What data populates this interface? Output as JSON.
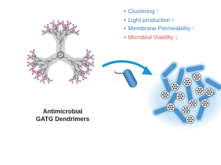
{
  "effects": [
    {
      "label": "Clustering",
      "arrow": "↑",
      "color": "#3b7fc4",
      "direction": "up"
    },
    {
      "label": "Light production",
      "arrow": "↑",
      "color": "#3b7fc4",
      "direction": "up"
    },
    {
      "label": "Membrane Permeability",
      "arrow": "↑",
      "color": "#3b7fc4",
      "direction": "up"
    },
    {
      "label": "Microbial Viability",
      "arrow": "↓",
      "color": "#e05252",
      "direction": "down"
    }
  ],
  "bullet": "•",
  "caption": {
    "line1": "Antimicrobial",
    "line2": "GATG Dendrimers"
  },
  "colors": {
    "dendrimer_shadow": "#c9c9c9",
    "dendrimer_bond": "#3a3a3a",
    "dendrimer_terminal": "#e07ab0",
    "arrow": "#1e96c8",
    "bacterium_body": "#3e88c2",
    "bacterium_glow": "#a9d4f0",
    "cluster_nanoparticle": "#5a5a66"
  },
  "icons": [
    "dendrimer-structure-icon",
    "curved-arrow-icon",
    "bacterium-icon",
    "bacterial-cluster-icon"
  ]
}
